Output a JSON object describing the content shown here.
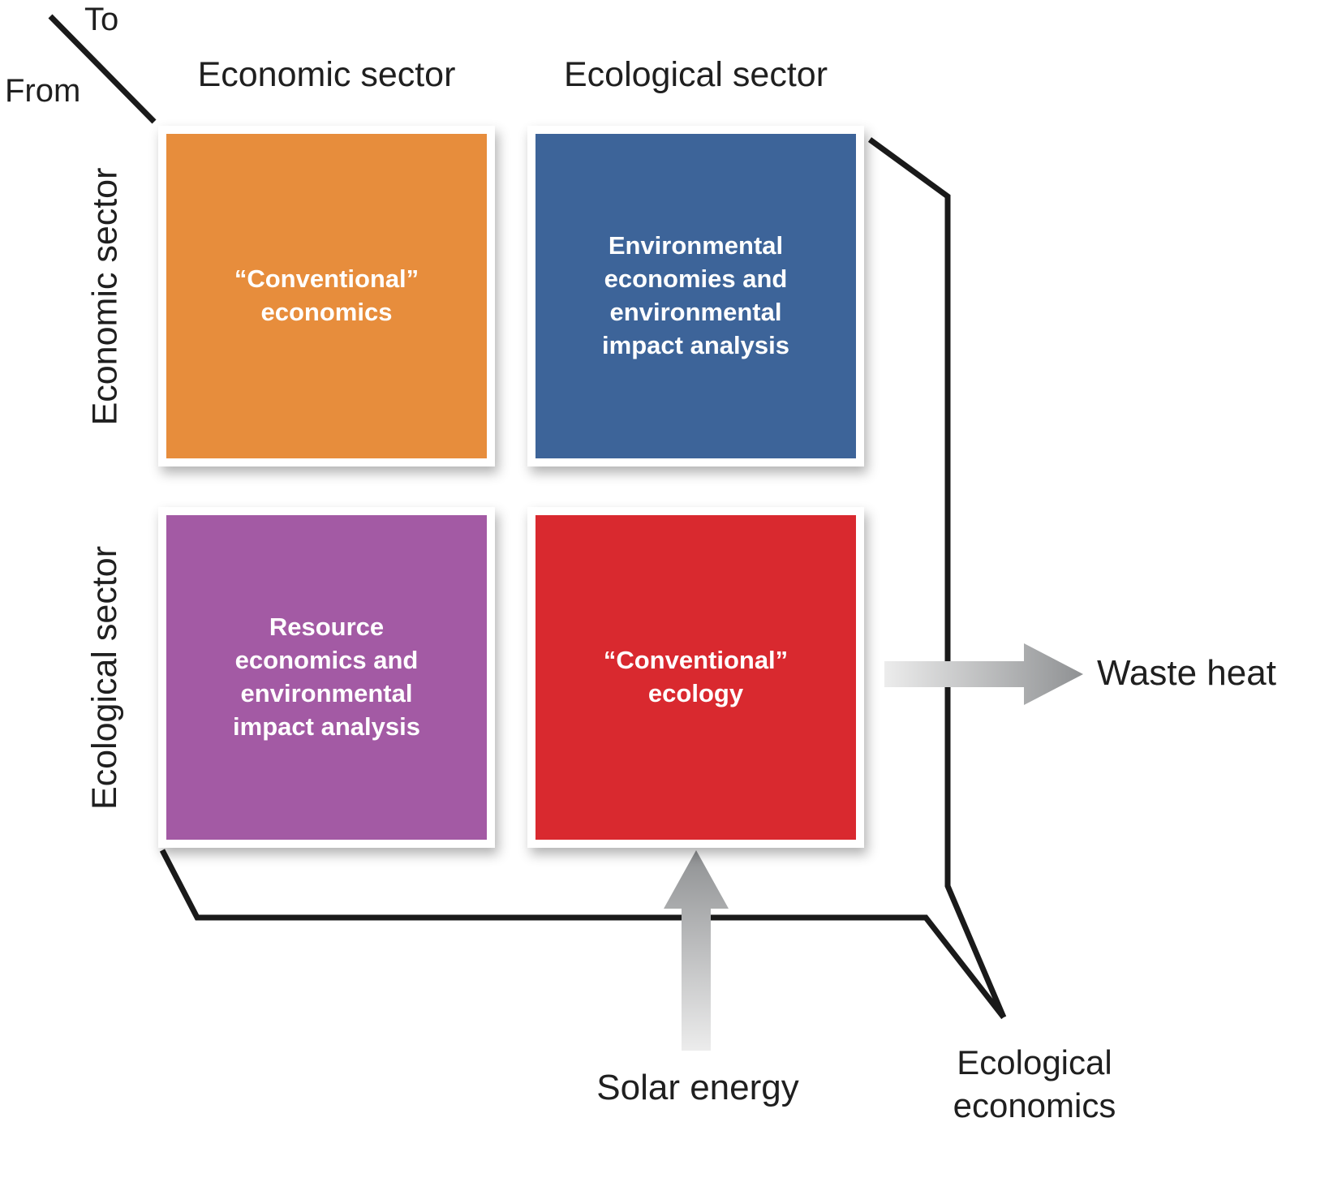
{
  "corner": {
    "to_label": "To",
    "from_label": "From"
  },
  "columns": [
    {
      "label": "Economic sector"
    },
    {
      "label": "Ecological sector"
    }
  ],
  "rows": [
    {
      "label": "Economic sector"
    },
    {
      "label": "Ecological sector"
    }
  ],
  "cells": [
    {
      "name": "conventional-economics",
      "label": "“Conventional”\neconomics",
      "color": "#e78d3c"
    },
    {
      "name": "environmental-economies",
      "label": "Environmental\neconomies and\nenvironmental\nimpact analysis",
      "color": "#3d6499"
    },
    {
      "name": "resource-economics",
      "label": "Resource\neconomics and\nenvironmental\nimpact analysis",
      "color": "#a35aa4"
    },
    {
      "name": "conventional-ecology",
      "label": "“Conventional”\necology",
      "color": "#d9292f"
    }
  ],
  "flows": {
    "waste_heat": {
      "label": "Waste heat"
    },
    "solar_energy": {
      "label": "Solar energy"
    },
    "ecological_economics": {
      "label": "Ecological\neconomics"
    }
  },
  "colors": {
    "line": "#1a1a1a",
    "arrow_light": "#e9e9e9",
    "arrow_dark": "#8f9193"
  }
}
